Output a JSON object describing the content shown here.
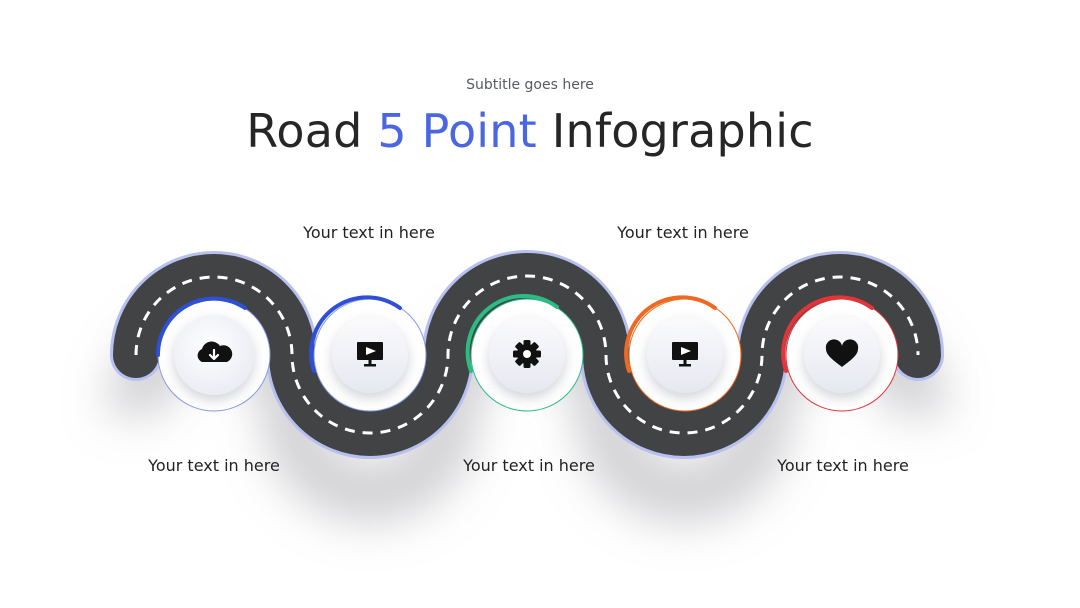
{
  "header": {
    "subtitle": "Subtitle goes here",
    "title_part1": "Road ",
    "title_accent": "5 Point",
    "title_part2": " Infographic"
  },
  "colors": {
    "road": "#414345",
    "accent_title": "#4a66e0",
    "step1": "#2f4fd8",
    "step2": "#2f4fd8",
    "step3": "#2dbb85",
    "step4": "#ee6a22",
    "step5": "#e3343a"
  },
  "steps": [
    {
      "caption": "Your text in here",
      "icon": "cloud-download-icon"
    },
    {
      "caption": "Your text in here",
      "icon": "monitor-play-icon"
    },
    {
      "caption": "Your text in here",
      "icon": "gear-icon"
    },
    {
      "caption": "Your text in here",
      "icon": "monitor-play-icon"
    },
    {
      "caption": "Your text in here",
      "icon": "heart-icon"
    }
  ]
}
